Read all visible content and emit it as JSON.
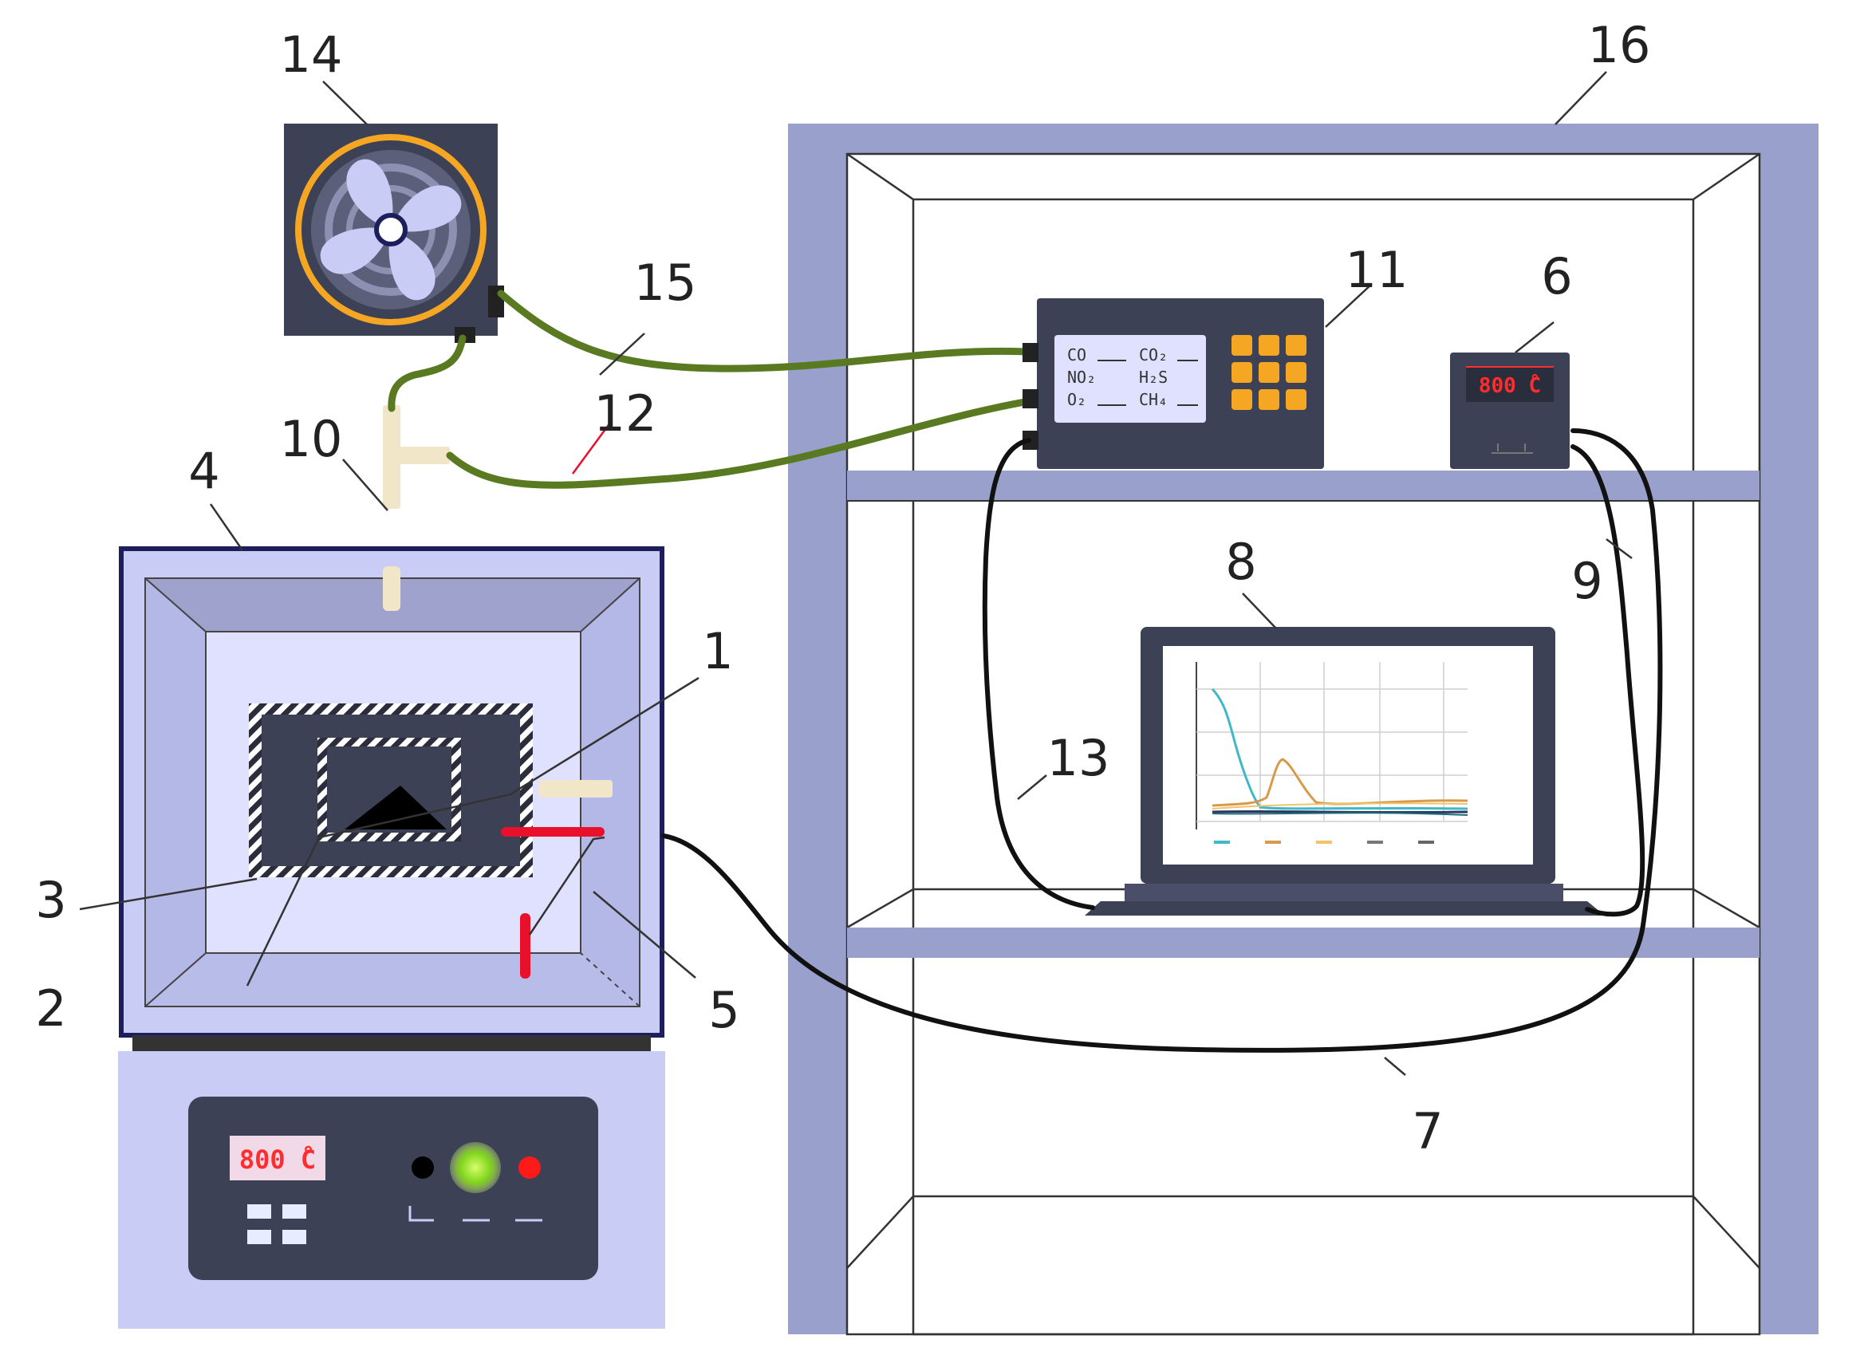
{
  "labels": {
    "l1": "1",
    "l2": "2",
    "l3": "3",
    "l4": "4",
    "l5": "5",
    "l6": "6",
    "l7": "7",
    "l8": "8",
    "l9": "9",
    "l10": "10",
    "l11": "11",
    "l12": "12",
    "l13": "13",
    "l14": "14",
    "l15": "15",
    "l16": "16"
  },
  "gas_analyzer": {
    "gases": [
      "CO",
      "CO₂",
      "NO₂",
      "H₂S",
      "O₂",
      "CH₄"
    ]
  },
  "temperature_controller": {
    "display": "800 ̊C"
  },
  "furnace": {
    "display": "800 ̊C"
  },
  "colors": {
    "shelf": "#9aa0cc",
    "furnace_body": "#c9ccf5",
    "furnace_border": "#1c1f5c",
    "panel": "#3d4156",
    "hose": "#5a7a22",
    "cable": "#111111",
    "display_red": "#ff2d2d",
    "heater": "#e8102a",
    "button_amber": "#f5a623",
    "trace_cyan": "#3fb8c8",
    "trace_orange": "#d89a4a"
  }
}
